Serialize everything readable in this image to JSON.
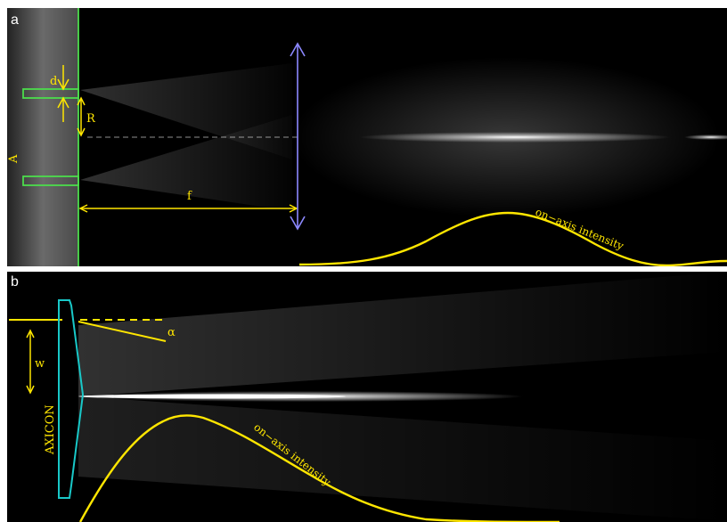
{
  "panel_a": {
    "letter": "a",
    "labels": {
      "d": "d",
      "R": "R",
      "A": "A",
      "f": "f",
      "curve": "on−axis intensity"
    }
  },
  "panel_b": {
    "letter": "b",
    "labels": {
      "alpha": "α",
      "w": "w",
      "axicon": "AXICON",
      "curve": "on−axis intensity"
    }
  },
  "colors": {
    "annotation": "#ffe600",
    "aperture": "#4cdc4c",
    "lens": "#8c88ff",
    "axicon": "#19c8c8",
    "beam": "#ffffff",
    "background": "#000000",
    "separator": "#ffffff"
  }
}
